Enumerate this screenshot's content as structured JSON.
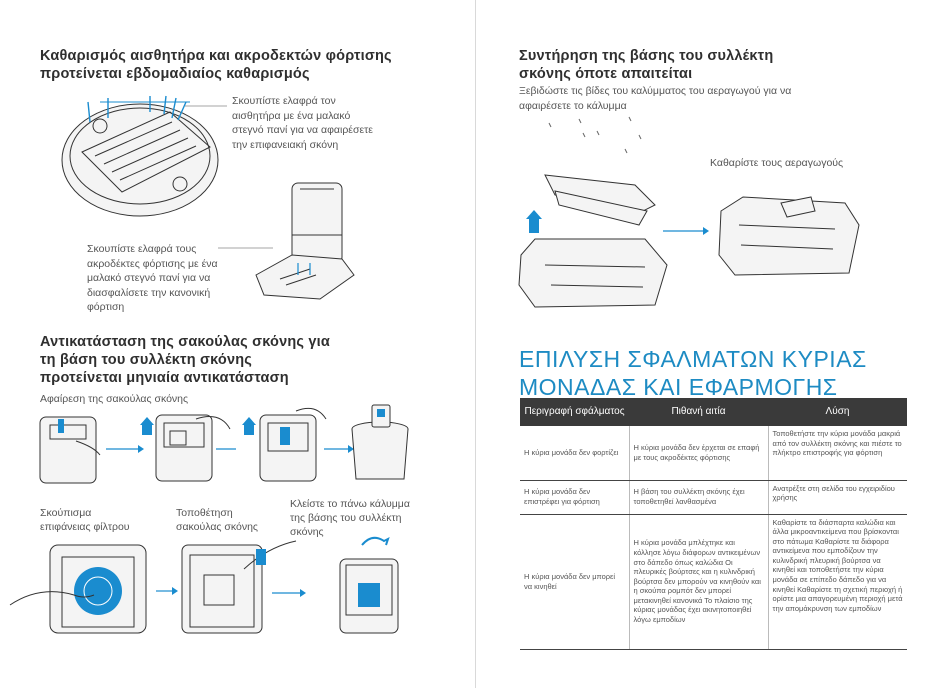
{
  "left": {
    "sensor_title": [
      "Καθαρισμός αισθητήρα και ακροδεκτών φόρτισης",
      " προτείνεται εβδομαδιαίος καθαρισμός"
    ],
    "sensor_caption": [
      "Σκουπίστε ελαφρά τον",
      "αισθητήρα με ένα μαλακό",
      "στεγνό πανί για να αφαιρέσετε",
      "την επιφανειακή σκόνη"
    ],
    "contacts_caption": [
      "Σκουπίστε ελαφρά τους",
      "ακροδέκτες φόρτισης με ένα",
      "μαλακό στεγνό πανί για να",
      "διασφαλίσετε την κανονική",
      "φόρτιση"
    ],
    "bag_title": [
      "Αντικατάσταση της σακούλας σκόνης για",
      "τη βάση του συλλέκτη σκόνης",
      " προτείνεται μηνιαία αντικατάσταση"
    ],
    "remove_bag_label": "Αφαίρεση της σακούλας σκόνης",
    "wipe_filter_label": [
      "Σκούπισμα",
      "επιφάνειας φίλτρου"
    ],
    "place_bag_label": [
      "Τοποθέτηση",
      "σακούλας σκόνης"
    ],
    "close_lid_label": [
      "Κλείστε το πάνω κάλυμμα",
      "της βάσης του συλλέκτη",
      "σκόνης"
    ]
  },
  "right": {
    "maint_title": [
      "Συντήρηση της βάσης του συλλέκτη",
      "σκόνης  όποτε απαιτείται"
    ],
    "maint_text": [
      "Ξεβιδώστε τις βίδες του καλύμματος του αεραγωγού για να",
      "αφαιρέσετε το κάλυμμα"
    ],
    "clean_ducts_label": "Καθαρίστε τους αεραγωγούς",
    "troubleshoot_title": [
      "ΕΠΙΛΥΣΗ ΣΦΑΛΜΑΤΩΝ ΚΥΡΙΑΣ",
      "ΜΟΝΑΔΑΣ ΚΑΙ ΕΦΑΡΜΟΓΗΣ"
    ],
    "table": {
      "headers": [
        "Περιγραφή σφάλματος",
        "Πιθανή αιτία",
        "Λύση"
      ],
      "rows": [
        {
          "problem": "Η κύρια μονάδα δεν φορτίζει",
          "cause": "Η κύρια μονάδα δεν έρχεται σε επαφή με τους ακροδέκτες φόρτισης",
          "solution": "Τοποθετήστε την κύρια μονάδα μακριά από τον συλλέκτη σκόνης και πιέστε το πλήκτρο επιστροφής για φόρτιση"
        },
        {
          "problem": "Η κύρια μονάδα δεν επιστρέφει για φόρτιση",
          "cause": "Η βάση του συλλέκτη σκόνης έχει τοποθετηθεί λανθασμένα",
          "solution": "Ανατρέξτε στη σελίδα    του εγχειριδίου χρήσης"
        },
        {
          "problem": "Η κύρια μονάδα δεν μπορεί να κινηθεί",
          "cause": "Η κύρια μονάδα μπλέχτηκε και κόλλησε λόγω διάφορων αντικειμένων στο δάπεδο  όπως καλώδια Οι πλευρικές βούρτσες και η κυλινδρική βούρτσα δεν μπορούν να κινηθούν και η σκούπα ρομπότ δεν μπορεί μετακινηθεί κανονικά Το πλαίσιο της κύριας μονάδας έχει ακινητοποιηθεί λόγω εμποδίων",
          "solution": "Καθαρίστε τα διάσπαρτα καλώδια και άλλα μικροαντικείμενα που βρίσκονται στο πάτωμα Καθαρίστε τα διάφορα αντικείμενα που εμποδίζουν την κυλινδρική  πλευρική βούρτσα να κινηθεί και τοποθετήστε την κύρια μονάδα σε επίπεδο δάπεδο για να κινηθεί Καθαρίστε τη σχετική περιοχή ή ορίστε μια απαγορευμένη περιοχή μετά την απομάκρυνση των εμποδίων"
        }
      ]
    }
  }
}
